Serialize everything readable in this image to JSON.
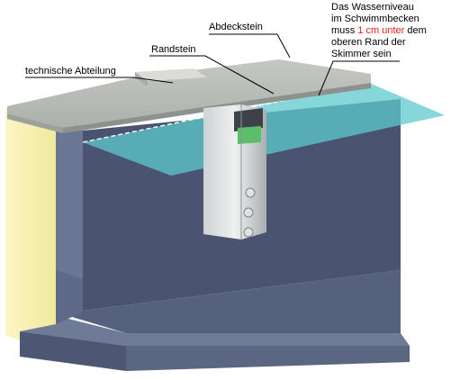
{
  "labels": {
    "abdeckstein": "Abdeckstein",
    "randstein": "Randstein",
    "technische_abteilung": "technische Abteilung"
  },
  "note": {
    "line1": "Das Wasserniveau",
    "line2": "im Schwimmbecken",
    "line3_pre": "muss ",
    "line3_highlight": "1 cm unter",
    "line3_post": " dem",
    "line4": "oberen Rand der",
    "line5": "Skimmer sein"
  },
  "colors": {
    "highlight": "#e8221b",
    "water": "#5ec9cc",
    "wall_front": "#4a5470",
    "wall_side": "#6b7694",
    "base": "#5a6580",
    "coping": "#b9bdb8",
    "wall_yellow": "#f7f1b0"
  }
}
